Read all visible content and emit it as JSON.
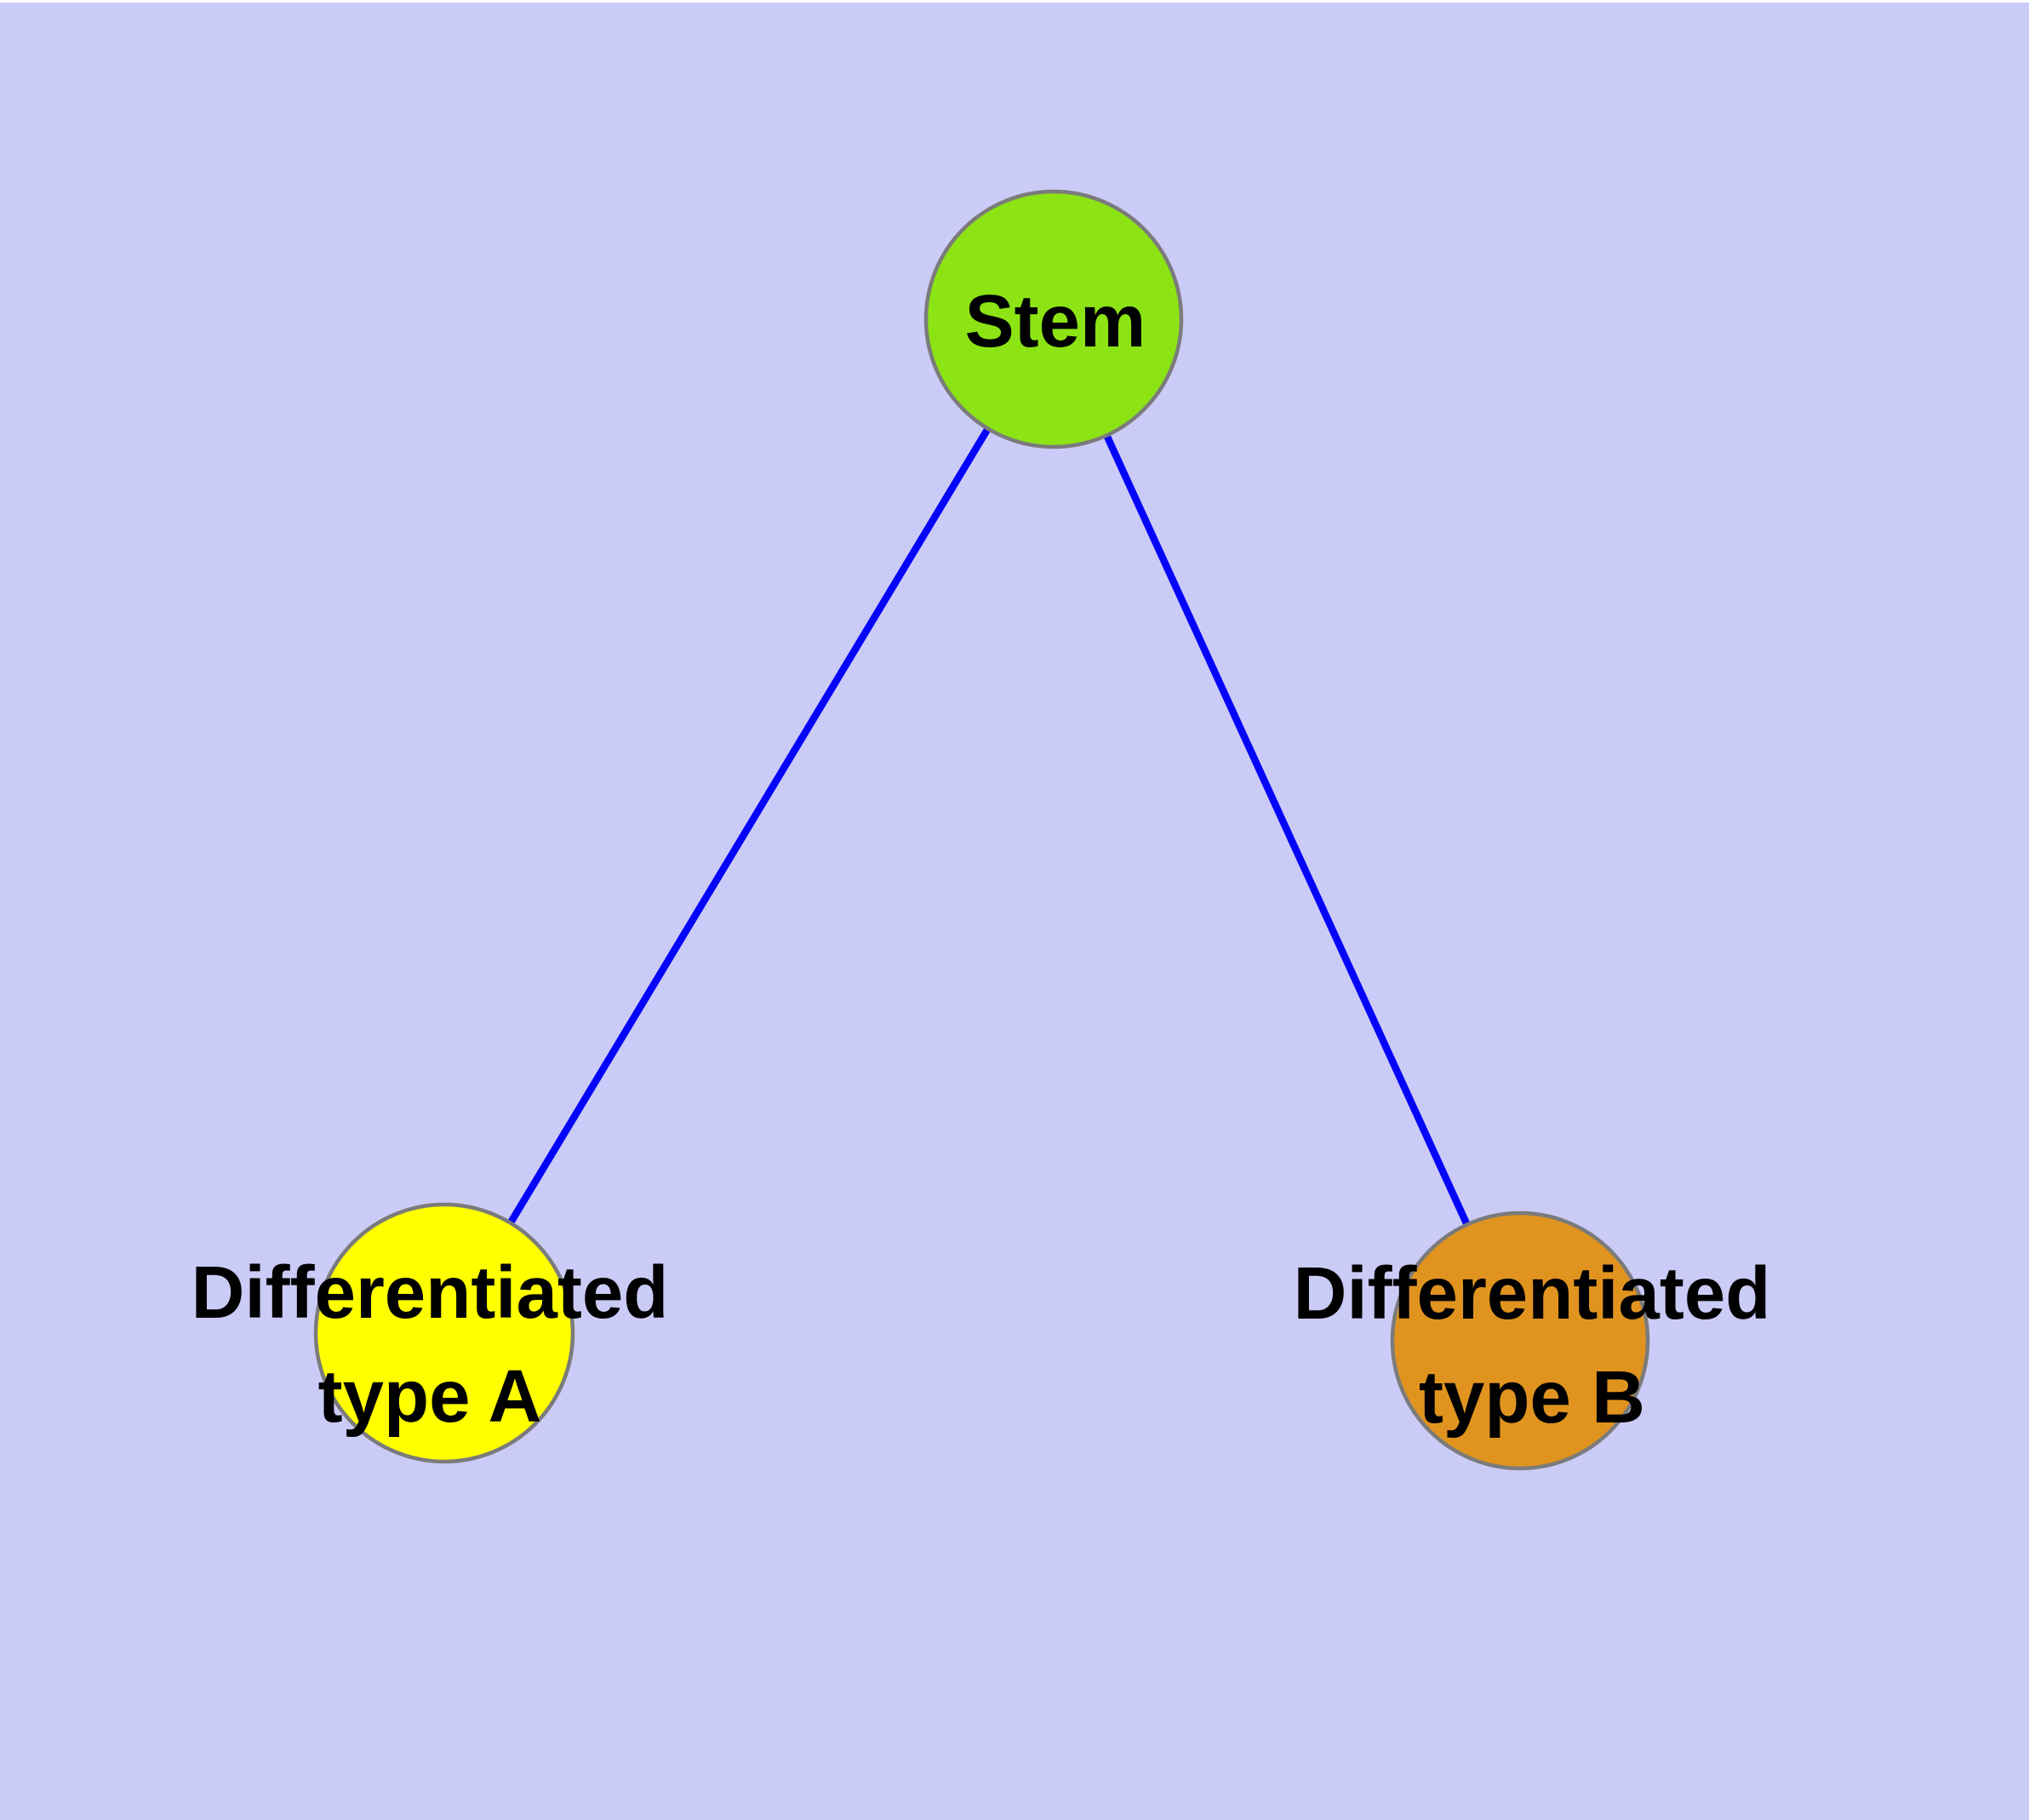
{
  "diagram": {
    "type": "graph",
    "description": "Stem cell differentiation tree diagram with one parent node and two child nodes",
    "page_margin_color": "#ffffff",
    "background_color": "#cbcbf7",
    "edge_color": "#0404f8",
    "node_border_color": "#7b7b7b",
    "label_color": "#000000",
    "nodes": [
      {
        "id": "stem",
        "label": "Stem",
        "label_lines": [
          "Stem"
        ],
        "color": "#8ce414"
      },
      {
        "id": "type-a",
        "label": "Differentiated type A",
        "label_lines": [
          "Differentiated",
          "type A"
        ],
        "color": "#ffff00"
      },
      {
        "id": "type-b",
        "label": "Differentiated type B",
        "label_lines": [
          "Differentiated",
          "type B"
        ],
        "color": "#e0941f"
      }
    ],
    "edges": [
      {
        "from": "stem",
        "to": "type-a"
      },
      {
        "from": "stem",
        "to": "type-b"
      }
    ]
  }
}
